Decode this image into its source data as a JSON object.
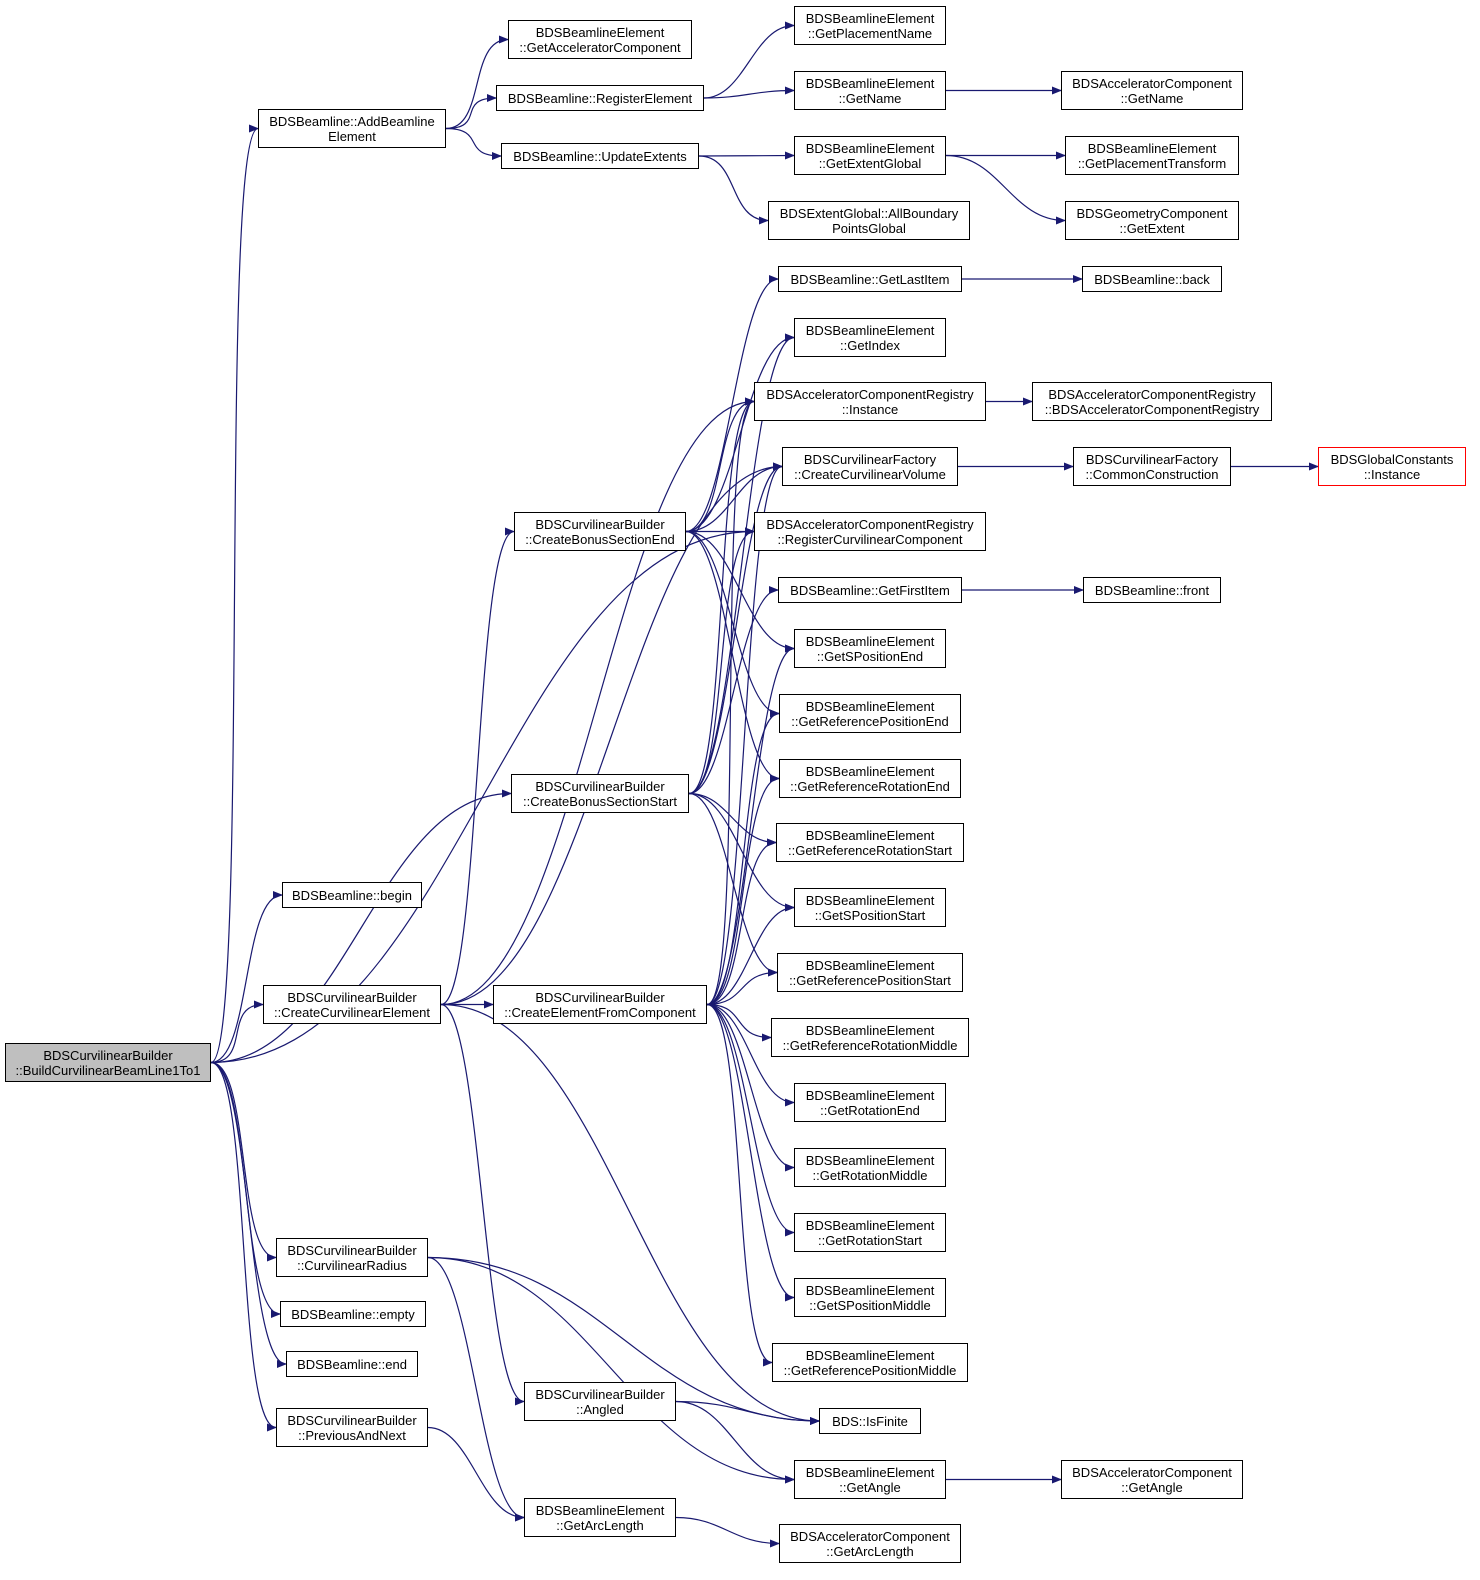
{
  "colors": {
    "edge": "#191970",
    "root_fill": "#bfbfbf",
    "node_border": "#000000",
    "truncated_border": "#ff0000"
  },
  "nodes": {
    "build": {
      "lines": [
        "BDSCurvilinearBuilder",
        "::BuildCurvilinearBeamLine1To1"
      ]
    },
    "addbl": {
      "lines": [
        "BDSBeamline::AddBeamline",
        "Element"
      ]
    },
    "begin": {
      "lines": [
        "BDSBeamline::begin"
      ]
    },
    "createCE": {
      "lines": [
        "BDSCurvilinearBuilder",
        "::CreateCurvilinearElement"
      ]
    },
    "curvRadius": {
      "lines": [
        "BDSCurvilinearBuilder",
        "::CurvilinearRadius"
      ]
    },
    "empty": {
      "lines": [
        "BDSBeamline::empty"
      ]
    },
    "end": {
      "lines": [
        "BDSBeamline::end"
      ]
    },
    "prevNext": {
      "lines": [
        "BDSCurvilinearBuilder",
        "::PreviousAndNext"
      ]
    },
    "getAccComp": {
      "lines": [
        "BDSBeamlineElement",
        "::GetAcceleratorComponent"
      ]
    },
    "regElem": {
      "lines": [
        "BDSBeamline::RegisterElement"
      ]
    },
    "updExt": {
      "lines": [
        "BDSBeamline::UpdateExtents"
      ]
    },
    "bonusEnd": {
      "lines": [
        "BDSCurvilinearBuilder",
        "::CreateBonusSectionEnd"
      ]
    },
    "bonusStart": {
      "lines": [
        "BDSCurvilinearBuilder",
        "::CreateBonusSectionStart"
      ]
    },
    "elemFromComp": {
      "lines": [
        "BDSCurvilinearBuilder",
        "::CreateElementFromComponent"
      ]
    },
    "angled": {
      "lines": [
        "BDSCurvilinearBuilder",
        "::Angled"
      ]
    },
    "arcLen": {
      "lines": [
        "BDSBeamlineElement",
        "::GetArcLength"
      ]
    },
    "placeName": {
      "lines": [
        "BDSBeamlineElement",
        "::GetPlacementName"
      ]
    },
    "getName": {
      "lines": [
        "BDSBeamlineElement",
        "::GetName"
      ]
    },
    "extGlobal": {
      "lines": [
        "BDSBeamlineElement",
        "::GetExtentGlobal"
      ]
    },
    "allBound": {
      "lines": [
        "BDSExtentGlobal::AllBoundary",
        "PointsGlobal"
      ]
    },
    "lastItem": {
      "lines": [
        "BDSBeamline::GetLastItem"
      ]
    },
    "getIndex": {
      "lines": [
        "BDSBeamlineElement",
        "::GetIndex"
      ]
    },
    "regInst": {
      "lines": [
        "BDSAcceleratorComponentRegistry",
        "::Instance"
      ]
    },
    "createCV": {
      "lines": [
        "BDSCurvilinearFactory",
        "::CreateCurvilinearVolume"
      ]
    },
    "regCurvComp": {
      "lines": [
        "BDSAcceleratorComponentRegistry",
        "::RegisterCurvilinearComponent"
      ]
    },
    "firstItem": {
      "lines": [
        "BDSBeamline::GetFirstItem"
      ]
    },
    "sPosEnd": {
      "lines": [
        "BDSBeamlineElement",
        "::GetSPositionEnd"
      ]
    },
    "refPosEnd": {
      "lines": [
        "BDSBeamlineElement",
        "::GetReferencePositionEnd"
      ]
    },
    "refRotEnd": {
      "lines": [
        "BDSBeamlineElement",
        "::GetReferenceRotationEnd"
      ]
    },
    "refRotStart": {
      "lines": [
        "BDSBeamlineElement",
        "::GetReferenceRotationStart"
      ]
    },
    "sPosStart": {
      "lines": [
        "BDSBeamlineElement",
        "::GetSPositionStart"
      ]
    },
    "refPosStart": {
      "lines": [
        "BDSBeamlineElement",
        "::GetReferencePositionStart"
      ]
    },
    "refRotMid": {
      "lines": [
        "BDSBeamlineElement",
        "::GetReferenceRotationMiddle"
      ]
    },
    "rotEnd": {
      "lines": [
        "BDSBeamlineElement",
        "::GetRotationEnd"
      ]
    },
    "rotMid": {
      "lines": [
        "BDSBeamlineElement",
        "::GetRotationMiddle"
      ]
    },
    "rotStart": {
      "lines": [
        "BDSBeamlineElement",
        "::GetRotationStart"
      ]
    },
    "sPosMid": {
      "lines": [
        "BDSBeamlineElement",
        "::GetSPositionMiddle"
      ]
    },
    "refPosMid": {
      "lines": [
        "BDSBeamlineElement",
        "::GetReferencePositionMiddle"
      ]
    },
    "isFinite": {
      "lines": [
        "BDS::IsFinite"
      ]
    },
    "getAngle": {
      "lines": [
        "BDSBeamlineElement",
        "::GetAngle"
      ]
    },
    "accArcLen": {
      "lines": [
        "BDSAcceleratorComponent",
        "::GetArcLength"
      ]
    },
    "accGetName": {
      "lines": [
        "BDSAcceleratorComponent",
        "::GetName"
      ]
    },
    "placeTrans": {
      "lines": [
        "BDSBeamlineElement",
        "::GetPlacementTransform"
      ]
    },
    "geomExtent": {
      "lines": [
        "BDSGeometryComponent",
        "::GetExtent"
      ]
    },
    "back": {
      "lines": [
        "BDSBeamline::back"
      ]
    },
    "regCtor": {
      "lines": [
        "BDSAcceleratorComponentRegistry",
        "::BDSAcceleratorComponentRegistry"
      ]
    },
    "commonCons": {
      "lines": [
        "BDSCurvilinearFactory",
        "::CommonConstruction"
      ]
    },
    "front": {
      "lines": [
        "BDSBeamline::front"
      ]
    },
    "accGetAngle": {
      "lines": [
        "BDSAcceleratorComponent",
        "::GetAngle"
      ]
    },
    "globalConst": {
      "lines": [
        "BDSGlobalConstants",
        "::Instance"
      ],
      "truncated": true
    }
  },
  "edges": [
    [
      "build",
      "addbl"
    ],
    [
      "build",
      "begin"
    ],
    [
      "build",
      "createCE"
    ],
    [
      "build",
      "curvRadius"
    ],
    [
      "build",
      "empty"
    ],
    [
      "build",
      "end"
    ],
    [
      "build",
      "prevNext"
    ],
    [
      "build",
      "bonusStart"
    ],
    [
      "build",
      "regCurvComp"
    ],
    [
      "addbl",
      "getAccComp"
    ],
    [
      "addbl",
      "regElem"
    ],
    [
      "addbl",
      "updExt"
    ],
    [
      "regElem",
      "placeName"
    ],
    [
      "regElem",
      "getName"
    ],
    [
      "updExt",
      "extGlobal"
    ],
    [
      "updExt",
      "allBound"
    ],
    [
      "getName",
      "accGetName"
    ],
    [
      "extGlobal",
      "placeTrans"
    ],
    [
      "extGlobal",
      "geomExtent"
    ],
    [
      "createCE",
      "elemFromComp"
    ],
    [
      "createCE",
      "bonusEnd"
    ],
    [
      "createCE",
      "regInst"
    ],
    [
      "createCE",
      "createCV"
    ],
    [
      "createCE",
      "angled"
    ],
    [
      "createCE",
      "isFinite"
    ],
    [
      "bonusEnd",
      "lastItem"
    ],
    [
      "bonusEnd",
      "getIndex"
    ],
    [
      "bonusEnd",
      "regInst"
    ],
    [
      "bonusEnd",
      "createCV"
    ],
    [
      "bonusEnd",
      "regCurvComp"
    ],
    [
      "bonusEnd",
      "sPosEnd"
    ],
    [
      "bonusEnd",
      "refPosEnd"
    ],
    [
      "bonusEnd",
      "refRotEnd"
    ],
    [
      "bonusStart",
      "firstItem"
    ],
    [
      "bonusStart",
      "getIndex"
    ],
    [
      "bonusStart",
      "regInst"
    ],
    [
      "bonusStart",
      "createCV"
    ],
    [
      "bonusStart",
      "regCurvComp"
    ],
    [
      "bonusStart",
      "refRotStart"
    ],
    [
      "bonusStart",
      "sPosStart"
    ],
    [
      "bonusStart",
      "refPosStart"
    ],
    [
      "elemFromComp",
      "regInst"
    ],
    [
      "elemFromComp",
      "createCV"
    ],
    [
      "elemFromComp",
      "sPosEnd"
    ],
    [
      "elemFromComp",
      "refPosEnd"
    ],
    [
      "elemFromComp",
      "refRotEnd"
    ],
    [
      "elemFromComp",
      "refRotStart"
    ],
    [
      "elemFromComp",
      "sPosStart"
    ],
    [
      "elemFromComp",
      "refPosStart"
    ],
    [
      "elemFromComp",
      "refRotMid"
    ],
    [
      "elemFromComp",
      "rotEnd"
    ],
    [
      "elemFromComp",
      "rotMid"
    ],
    [
      "elemFromComp",
      "rotStart"
    ],
    [
      "elemFromComp",
      "sPosMid"
    ],
    [
      "elemFromComp",
      "refPosMid"
    ],
    [
      "curvRadius",
      "isFinite"
    ],
    [
      "curvRadius",
      "getAngle"
    ],
    [
      "curvRadius",
      "arcLen"
    ],
    [
      "angled",
      "isFinite"
    ],
    [
      "angled",
      "getAngle"
    ],
    [
      "prevNext",
      "arcLen"
    ],
    [
      "arcLen",
      "accArcLen"
    ],
    [
      "getAngle",
      "accGetAngle"
    ],
    [
      "lastItem",
      "back"
    ],
    [
      "firstItem",
      "front"
    ],
    [
      "regInst",
      "regCtor"
    ],
    [
      "createCV",
      "commonCons"
    ],
    [
      "commonCons",
      "globalConst"
    ]
  ]
}
